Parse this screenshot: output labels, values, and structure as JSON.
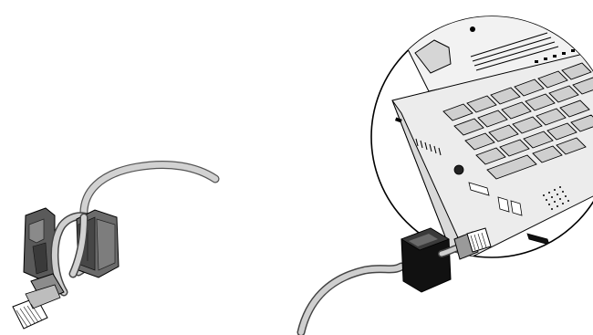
{
  "figure": {
    "description_items": [
      {
        "id": "ferrite-core-open",
        "icon": "ferrite-core-icon",
        "state": "open, cable looped through"
      },
      {
        "id": "ferrite-core-closed",
        "icon": "ferrite-core-icon",
        "state": "closed, attached near connector"
      },
      {
        "id": "network-cable",
        "icon": "rj45-plug-icon"
      },
      {
        "id": "notebook-side-ports",
        "icon": "laptop-icon"
      }
    ],
    "colors": {
      "cable": "#c8c8c8",
      "cable_outline": "#555555",
      "ferrite_dark": "#1a1a1a",
      "ferrite_mid": "#6e6e6e",
      "laptop_body": "#e8e8e8",
      "key_fill": "#bdbdbd",
      "line": "#000000"
    }
  }
}
